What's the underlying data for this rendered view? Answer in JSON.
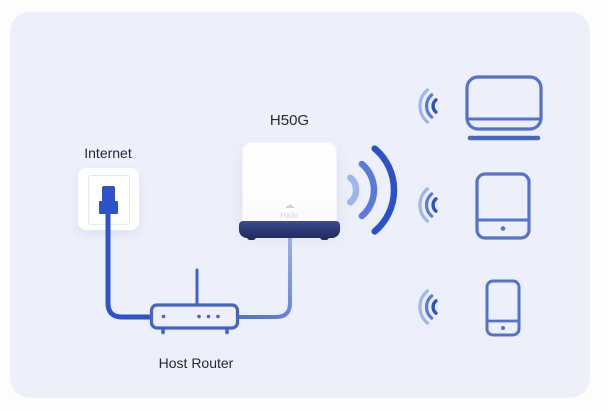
{
  "diagram": {
    "internet_label": "Internet",
    "mesh_device_label": "H50G",
    "mesh_device_logo": "Halo",
    "host_router_label": "Host Router",
    "client_devices": [
      {
        "type": "laptop"
      },
      {
        "type": "tablet"
      },
      {
        "type": "smartphone"
      }
    ]
  },
  "colors": {
    "page-bg": "#fdfdfe",
    "panel-bg": "#edf0fa",
    "cable-blue": "#2e53c9",
    "router-stroke": "#4263c9",
    "uplink-start": "#4e71d0",
    "uplink-end": "#96aeea",
    "outline-blue": "#5372cd",
    "outline-dark": "#4466c8",
    "wifi-dark": "#2b51c8",
    "wifi-mid": "#5b7ad7",
    "wifi-light": "#9fb6eb",
    "device-base-navy": "#2a3670",
    "label-text": "#23293c",
    "logo-gray": "#ccd1de"
  }
}
